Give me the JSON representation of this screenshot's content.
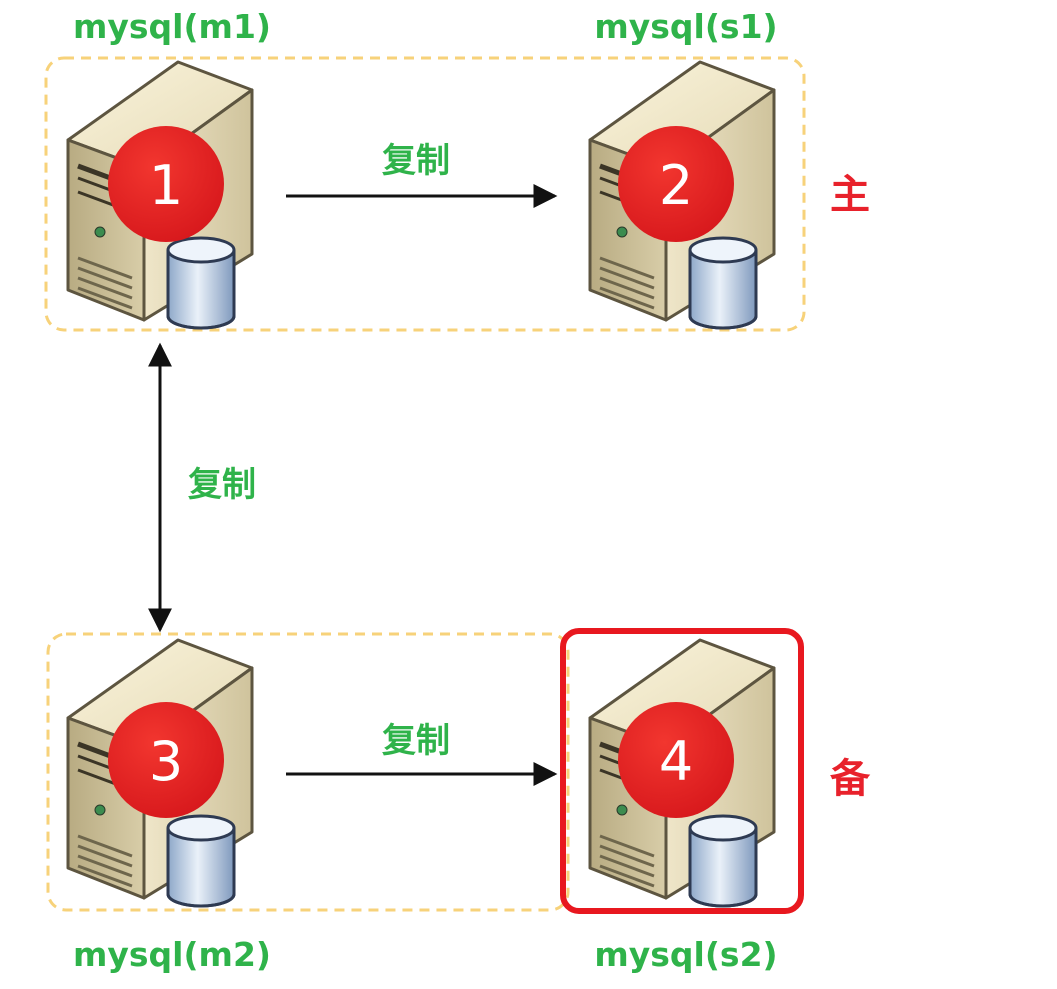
{
  "colors": {
    "label_green": "#2fb34a",
    "group_red": "#e8212b",
    "badge_red": "#e41f22",
    "dashed_border": "#f7d27a",
    "highlight_red": "#e8181f",
    "arrow": "#111111"
  },
  "nodes": [
    {
      "label": "mysql(m1)",
      "badge": "1"
    },
    {
      "label": "mysql(s1)",
      "badge": "2"
    },
    {
      "label": "mysql(m2)",
      "badge": "3"
    },
    {
      "label": "mysql(s2)",
      "badge": "4"
    }
  ],
  "edges": [
    {
      "label": "复制",
      "direction": "one-way"
    },
    {
      "label": "复制",
      "direction": "two-way"
    },
    {
      "label": "复制",
      "direction": "one-way"
    }
  ],
  "groups": [
    {
      "label": "主"
    },
    {
      "label": "备"
    }
  ],
  "icons": {
    "server": "server-database-icon"
  }
}
